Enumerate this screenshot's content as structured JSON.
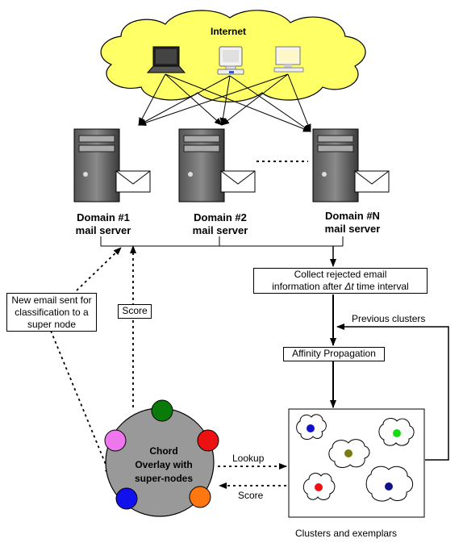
{
  "cloud": {
    "label": "Internet",
    "fill": "#ffff66"
  },
  "servers": [
    {
      "name_line1": "Domain #1",
      "name_line2": "mail server"
    },
    {
      "name_line1": "Domain #2",
      "name_line2": "mail server"
    },
    {
      "name_line1": "Domain #N",
      "name_line2": "mail server"
    }
  ],
  "boxes": {
    "new_email": "New email sent for classification to a super node",
    "score_left": "Score",
    "collect_line1": "Collect rejected email",
    "collect_line2_pre": "information after ",
    "collect_delta": "Δt",
    "collect_line2_post": " time interval",
    "affinity": "Affinity Propagation"
  },
  "labels": {
    "previous_clusters": "Previous clusters",
    "lookup": "Lookup",
    "score_right": "Score",
    "clusters_caption": "Clusters and exemplars"
  },
  "chord": {
    "line1": "Chord",
    "line2": "Overlay with",
    "line3": "super-nodes",
    "fill": "#999999",
    "node_colors": [
      "#0a7a0a",
      "#ee1111",
      "#ff7711",
      "#1111ee",
      "#ee77ee"
    ]
  },
  "cluster_dot_colors": [
    "#1111cc",
    "#7a7a11",
    "#11dd11",
    "#ee1111",
    "#111188"
  ]
}
